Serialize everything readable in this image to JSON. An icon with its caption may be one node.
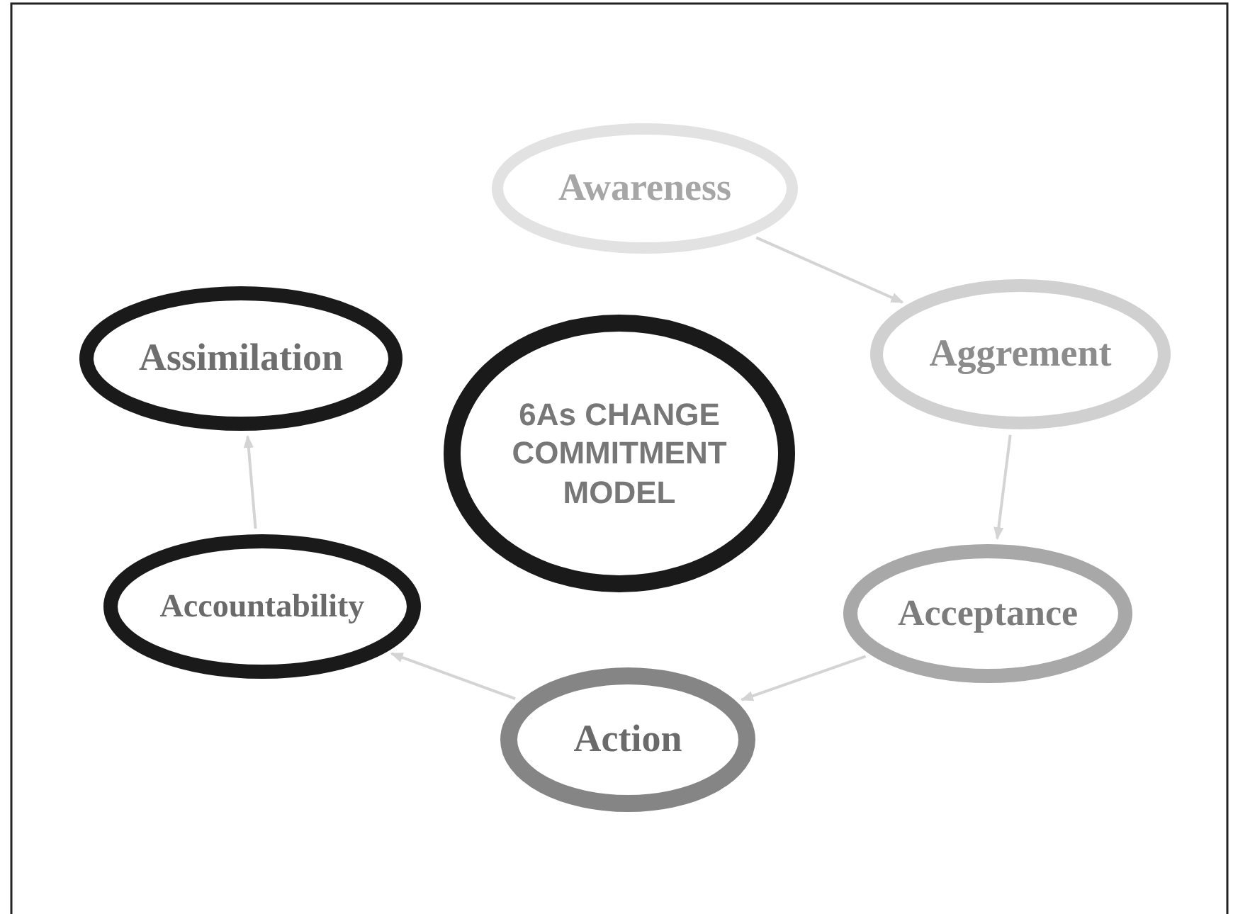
{
  "diagram": {
    "nodes": [
      {
        "text": [
          "Awareness"
        ]
      },
      {
        "text": [
          "Assimilation"
        ]
      },
      {
        "text": [
          "Aggrement"
        ]
      },
      {
        "text": [
          "6As CHANGE COMMITMENT MODEL"
        ]
      },
      {
        "text": [
          "Accountability"
        ]
      },
      {
        "text": [
          "Acceptance"
        ]
      },
      {
        "text": [
          "Action"
        ]
      }
    ],
    "edges": [
      {
        "from": 0,
        "to": 2,
        "arrow": "to"
      },
      {
        "from": 2,
        "to": 5,
        "arrow": "to"
      },
      {
        "from": 5,
        "to": 6,
        "arrow": "to"
      },
      {
        "from": 6,
        "to": 4,
        "arrow": "to"
      },
      {
        "from": 4,
        "to": 1,
        "arrow": "to"
      }
    ]
  }
}
